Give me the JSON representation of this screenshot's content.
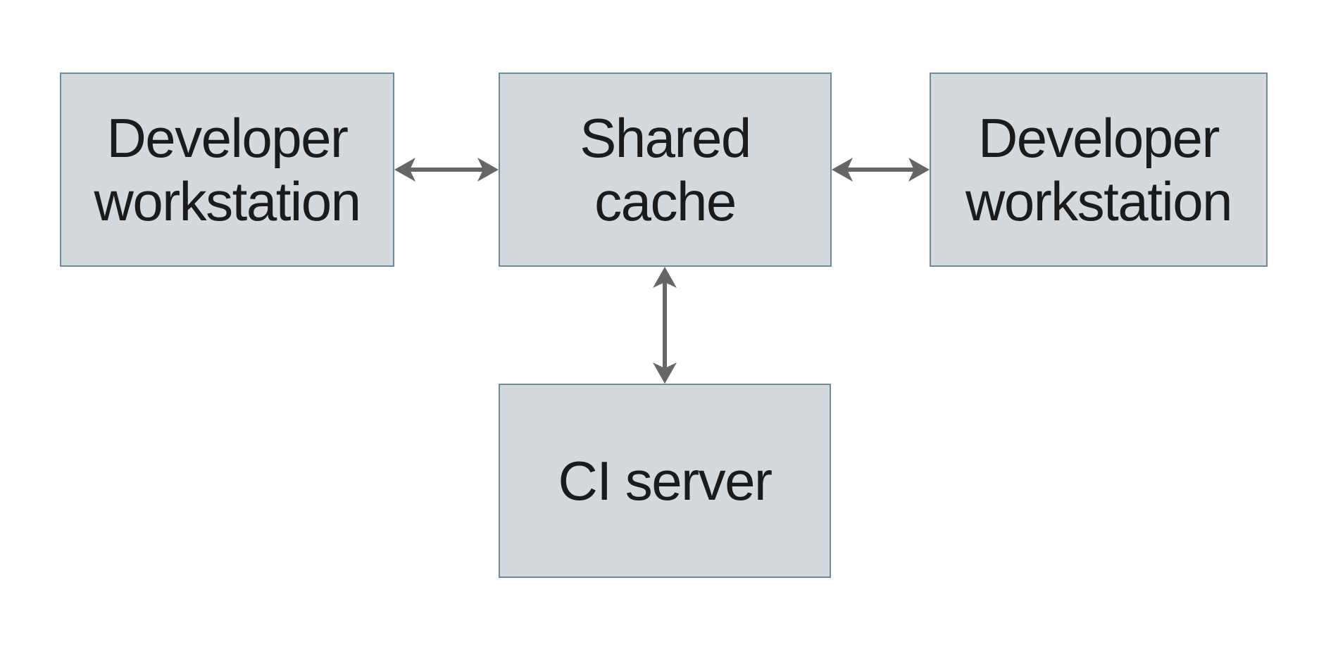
{
  "diagram": {
    "background_color": "#ffffff",
    "node_fill_color": "#d3d9dc",
    "node_border_color": "#6f8b99",
    "arrow_color": "#666666",
    "text_color": "#1b1b1b",
    "nodes": [
      {
        "id": "developer-workstation-left",
        "label": "Developer workstation",
        "lines": [
          "Developer",
          "workstation"
        ]
      },
      {
        "id": "shared-cache",
        "label": "Shared cache",
        "lines": [
          "Shared",
          "cache"
        ]
      },
      {
        "id": "developer-workstation-right",
        "label": "Developer workstation",
        "lines": [
          "Developer",
          "workstation"
        ]
      },
      {
        "id": "ci-server",
        "label": "CI server",
        "lines": [
          "CI server"
        ]
      }
    ],
    "edges": [
      {
        "from": "developer-workstation-left",
        "to": "shared-cache",
        "direction": "bidirectional",
        "orientation": "horizontal"
      },
      {
        "from": "shared-cache",
        "to": "developer-workstation-right",
        "direction": "bidirectional",
        "orientation": "horizontal"
      },
      {
        "from": "shared-cache",
        "to": "ci-server",
        "direction": "bidirectional",
        "orientation": "vertical"
      }
    ]
  }
}
